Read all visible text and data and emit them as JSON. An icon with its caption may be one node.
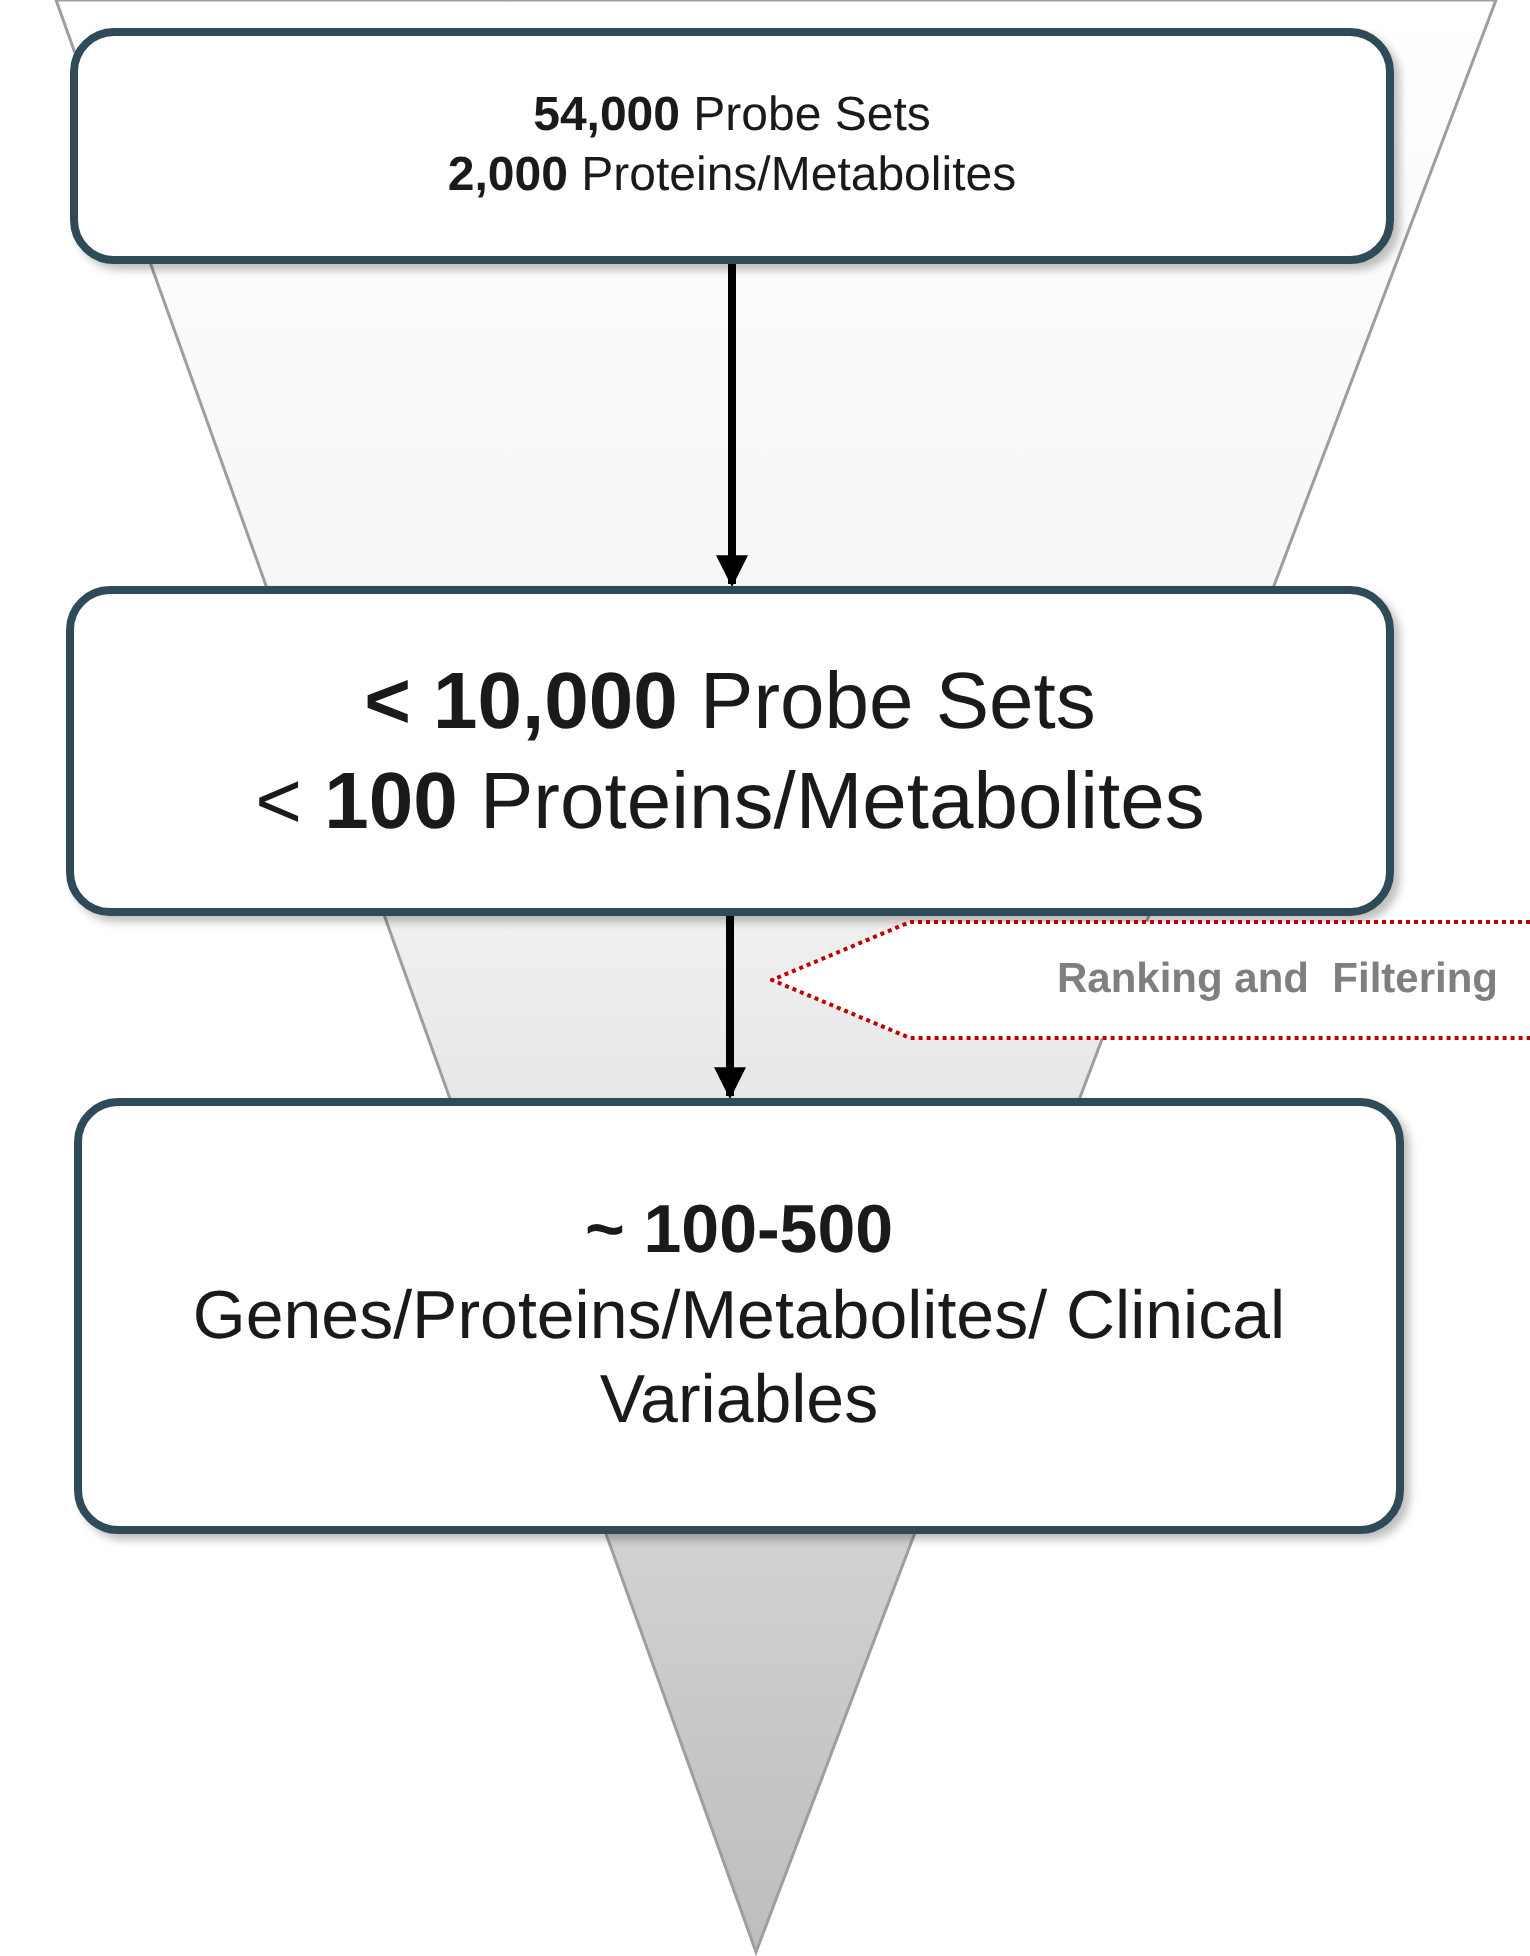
{
  "diagram": {
    "nodes": [
      {
        "text": [
          "**54,000** Probe Sets",
          "**2,000** Proteins/Metabolites"
        ]
      },
      {
        "text": [
          "**< 10,000** Probe Sets",
          "< **100** Proteins/Metabolites"
        ]
      },
      {
        "text": [
          "~ 100-500",
          "Genes/Proteins/Metabolites/ Clinical Variables"
        ]
      },
      {
        "text": [
          "Ranking and  Filtering"
        ]
      }
    ],
    "edges": [
      {
        "from": 0,
        "to": 1,
        "arrow": "to"
      },
      {
        "from": 1,
        "to": 2,
        "arrow": "to"
      }
    ]
  }
}
